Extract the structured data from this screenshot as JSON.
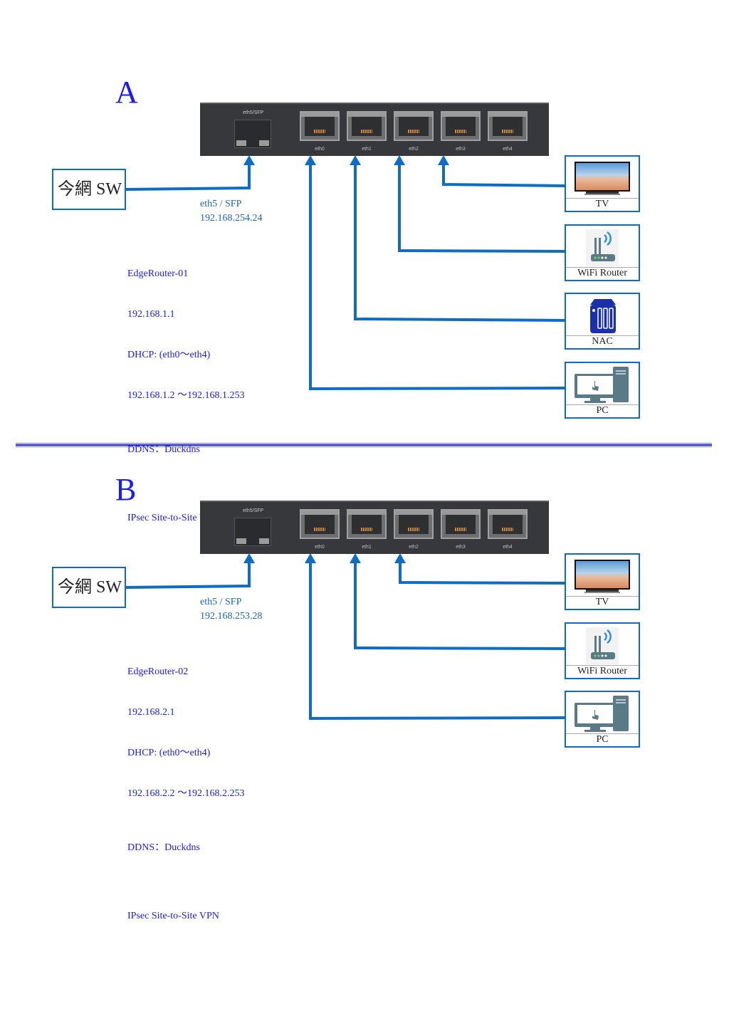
{
  "divider_color": "#1a1aff",
  "wire_color": "#0e6cc4",
  "sections": [
    {
      "letter": "A",
      "router": {
        "sfp_label": "eth5/SFP",
        "ports": [
          "eth0",
          "eth1",
          "eth2",
          "eth3",
          "eth4"
        ]
      },
      "uplink": {
        "label": "今網 SW"
      },
      "wan": {
        "interface": "eth5 / SFP",
        "ip": "192.168.254.24"
      },
      "info": {
        "name": "EdgeRouter-01",
        "ip": "192.168.1.1",
        "dhcp": "DHCP: (eth0～eth4)",
        "range": "192.168.1.2 ～192.168.1.253",
        "ddns": "DDNS：Duckdns",
        "vpn": "IPsec Site-to-Site VPN"
      },
      "devices": [
        {
          "label": "TV",
          "icon": "tv-icon",
          "port": "eth3"
        },
        {
          "label": "WiFi Router",
          "icon": "wifi-router-icon",
          "port": "eth2"
        },
        {
          "label": "NAC",
          "icon": "nas-icon",
          "port": "eth1"
        },
        {
          "label": "PC",
          "icon": "pc-icon",
          "port": "eth0"
        }
      ]
    },
    {
      "letter": "B",
      "router": {
        "sfp_label": "eth5/SFP",
        "ports": [
          "eth0",
          "eth1",
          "eth2",
          "eth3",
          "eth4"
        ]
      },
      "uplink": {
        "label": "今網 SW"
      },
      "wan": {
        "interface": "eth5 / SFP",
        "ip": "192.168.253.28"
      },
      "info": {
        "name": "EdgeRouter-02",
        "ip": "192.168.2.1",
        "dhcp": "DHCP: (eth0～eth4)",
        "range": "192.168.2.2 ～192.168.2.253",
        "ddns": "DDNS：Duckdns",
        "vpn": "IPsec Site-to-Site VPN"
      },
      "devices": [
        {
          "label": "TV",
          "icon": "tv-icon",
          "port": "eth2"
        },
        {
          "label": "WiFi Router",
          "icon": "wifi-router-icon",
          "port": "eth1"
        },
        {
          "label": "PC",
          "icon": "pc-icon",
          "port": "eth0"
        }
      ]
    }
  ]
}
